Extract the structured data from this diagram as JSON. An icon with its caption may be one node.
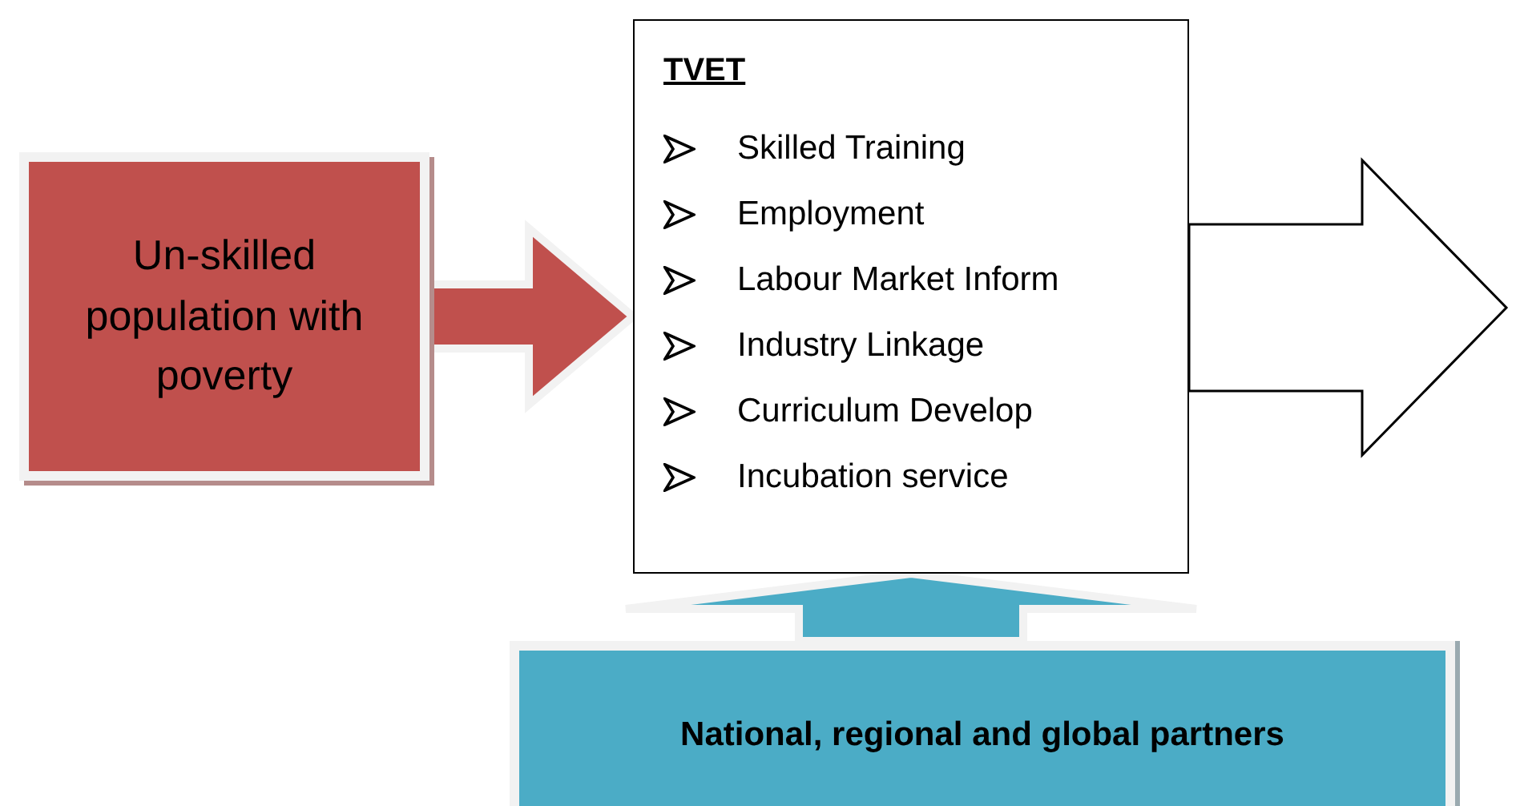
{
  "diagram": {
    "nodes": [
      {
        "text": [
          "Un-skilled population with poverty"
        ]
      },
      {
        "text": [
          "TVET",
          "Skilled Training",
          "Employment",
          "Labour Market Inform",
          "Industry Linkage",
          "Curriculum Develop",
          "Incubation service"
        ]
      },
      {
        "text": [
          "National, regional and global partners"
        ]
      }
    ],
    "edges": [
      {
        "from": 0,
        "to": 1,
        "arrow": "to",
        "color": "#c0504d"
      },
      {
        "from": 2,
        "to": 1,
        "arrow": "to",
        "color": "#4bacc6"
      },
      {
        "from": 1,
        "to": null,
        "arrow": "to"
      }
    ]
  }
}
